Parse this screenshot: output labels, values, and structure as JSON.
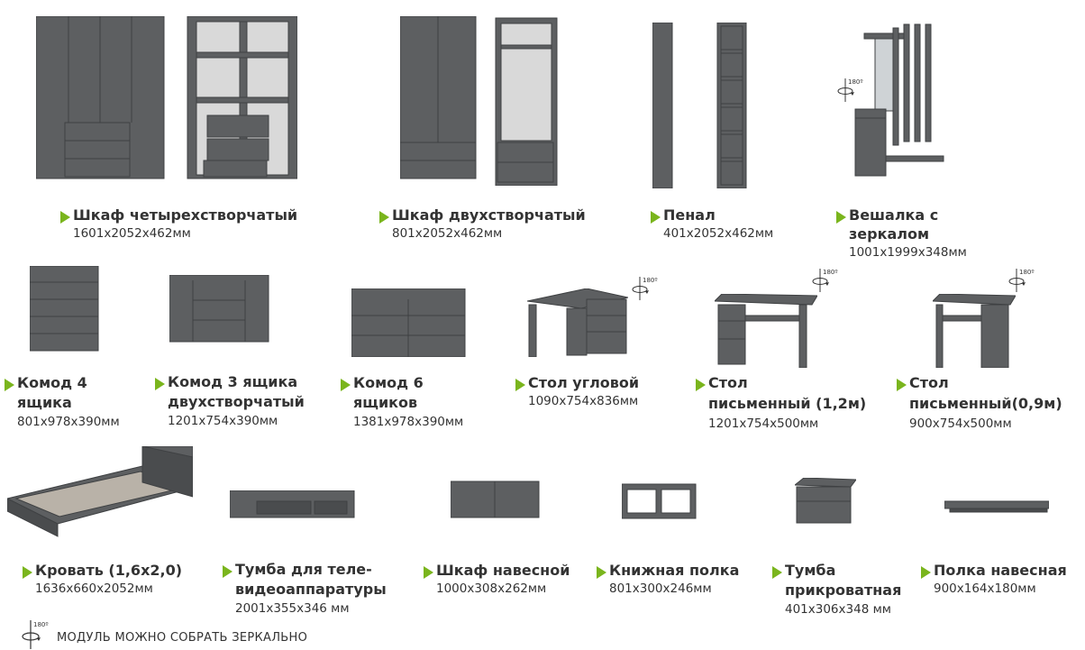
{
  "colors": {
    "accent": "#7ab51d",
    "furniture": "#5d5f61",
    "furniture_dark": "#4a4c4e",
    "interior": "#d9d9d9",
    "text": "#333333"
  },
  "items": [
    {
      "title": [
        "Шкаф четырехстворчатый"
      ],
      "dims": "1601x2052x462мм",
      "mirror": false
    },
    {
      "title": [
        "Шкаф двухстворчатый"
      ],
      "dims": "801x2052x462мм",
      "mirror": false
    },
    {
      "title": [
        "Пенал"
      ],
      "dims": "401x2052x462мм",
      "mirror": false
    },
    {
      "title": [
        "Вешалка с",
        "зеркалом"
      ],
      "dims": "1001x1999x348мм",
      "mirror": true
    },
    {
      "title": [
        "Комод 4",
        "ящика"
      ],
      "dims": "801x978x390мм",
      "mirror": false
    },
    {
      "title": [
        "Комод 3 ящика",
        "двухстворчатый"
      ],
      "dims": "1201x754x390мм",
      "mirror": false
    },
    {
      "title": [
        "Комод 6",
        "ящиков"
      ],
      "dims": "1381x978x390мм",
      "mirror": false
    },
    {
      "title": [
        "Стол угловой"
      ],
      "dims": "1090x754x836мм",
      "mirror": true
    },
    {
      "title": [
        "Стол",
        "письменный (1,2м)"
      ],
      "dims": "1201x754x500мм",
      "mirror": true
    },
    {
      "title": [
        "Стол",
        "письменный(0,9м)"
      ],
      "dims": "900x754x500мм",
      "mirror": true
    },
    {
      "title": [
        "Кровать (1,6x2,0)"
      ],
      "dims": "1636x660x2052мм",
      "mirror": false
    },
    {
      "title": [
        "Тумба для теле-",
        "видеоаппаратуры"
      ],
      "dims": "2001x355x346 мм",
      "mirror": false
    },
    {
      "title": [
        "Шкаф навесной"
      ],
      "dims": "1000x308x262мм",
      "mirror": false
    },
    {
      "title": [
        "Книжная полка"
      ],
      "dims": "801x300x246мм",
      "mirror": false
    },
    {
      "title": [
        "Тумба",
        "прикроватная"
      ],
      "dims": "401x306x348 мм",
      "mirror": false
    },
    {
      "title": [
        "Полка навесная"
      ],
      "dims": "900x164x180мм",
      "mirror": false
    }
  ],
  "rotate_label": "180º",
  "footer": {
    "note": "МОДУЛЬ МОЖНО СОБРАТЬ ЗЕРКАЛЬНО"
  }
}
